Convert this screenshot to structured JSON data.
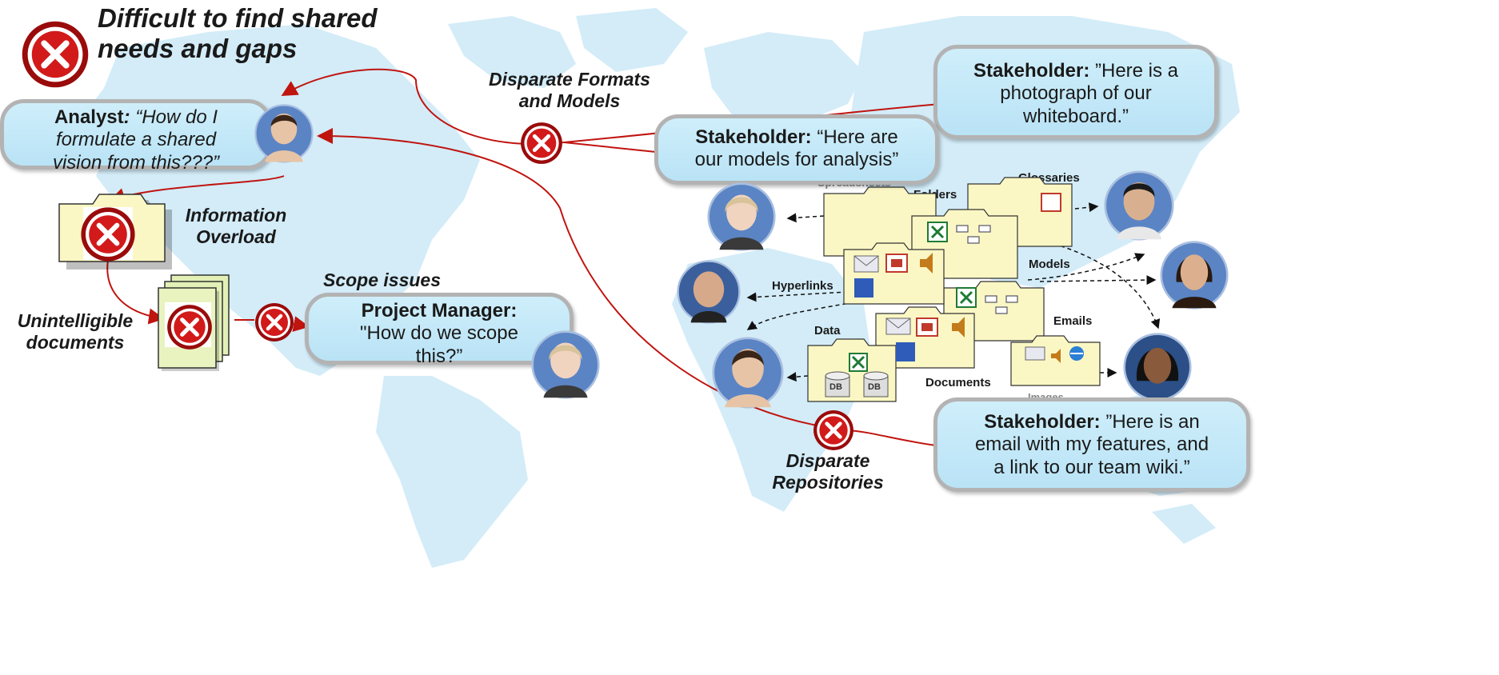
{
  "title": {
    "line1": "Difficult to find shared",
    "line2": "needs and gaps"
  },
  "analyst": {
    "role": "Analyst",
    "colon": ":",
    "quote_line1": " “How do I",
    "quote_line2": "formulate a shared",
    "quote_line3": "vision from this???”"
  },
  "problems": {
    "information_overload_1": "Information",
    "information_overload_2": "Overload",
    "unintelligible_1": "Unintelligible",
    "unintelligible_2": "documents",
    "scope_issues": "Scope issues",
    "disparate_formats_1": "Disparate Formats",
    "disparate_formats_2": "and Models",
    "disparate_repos_1": "Disparate",
    "disparate_repos_2": "Repositories"
  },
  "project_manager": {
    "role": "Project Manager:",
    "quote_line1": "\"How do we scope",
    "quote_line2": "this?”"
  },
  "stakeholder_whiteboard": {
    "role": "Stakeholder:",
    "quote_line1": " ”Here is a",
    "quote_line2": "photograph of our",
    "quote_line3": "whiteboard.”"
  },
  "stakeholder_models": {
    "role": "Stakeholder:",
    "quote_line1": " “Here are",
    "quote_line2": "our models for analysis”"
  },
  "stakeholder_email": {
    "role": "Stakeholder:",
    "quote_line1": " ”Here is an",
    "quote_line2": "email with my features, and",
    "quote_line3": "a link to our team wiki.”"
  },
  "artifact_labels": {
    "spreadsheets": "Spreadsheets",
    "folders": "Folders",
    "glossaries": "Glossaries",
    "models": "Models",
    "hyperlinks": "Hyperlinks",
    "data": "Data",
    "emails": "Emails",
    "documents": "Documents",
    "images": "Images"
  },
  "file_badges": {
    "db": "DB"
  },
  "colors": {
    "arrow_red": "#c0140f",
    "callout_fill": "#c4e8f8",
    "callout_border": "#b3b3b3",
    "map_blue": "#d3ecf8",
    "folder_yellow": "#fbf7c4"
  },
  "icons": [
    "x-error-icon",
    "folder-icon",
    "document-stack-icon",
    "person-avatar",
    "email-icon",
    "excel-icon",
    "word-icon",
    "powerpoint-icon",
    "audio-icon",
    "database-icon",
    "browser-icon"
  ]
}
